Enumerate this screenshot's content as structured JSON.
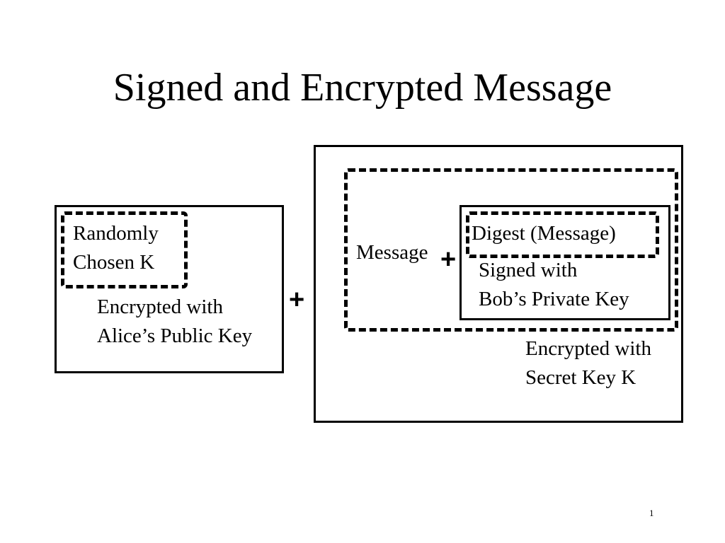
{
  "slide": {
    "title": "Signed and Encrypted Message",
    "page_number": "1"
  },
  "left_group": {
    "key_line1": "Randomly",
    "key_line2": "Chosen K",
    "caption_line1": "Encrypted with",
    "caption_line2": "Alice’s Public Key"
  },
  "join_symbol": "+",
  "right_group": {
    "message_label": "Message",
    "inner_plus": "+",
    "digest_label": "Digest (Message)",
    "signed_line1": "Signed with",
    "signed_line2": "Bob’s Private Key",
    "caption_line1": "Encrypted with",
    "caption_line2": "Secret Key K"
  }
}
